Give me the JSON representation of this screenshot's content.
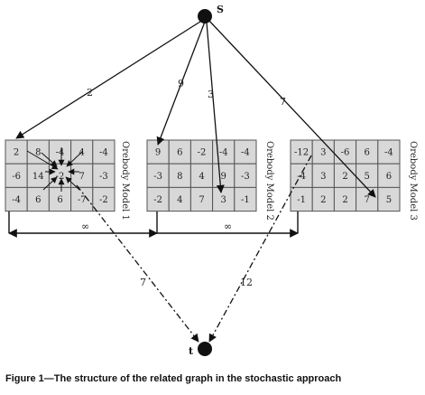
{
  "nodes": {
    "source_label": "S",
    "sink_label": "t"
  },
  "models": [
    {
      "label": "Orebody Model 1",
      "rows": [
        [
          "2",
          "8",
          "-4",
          "4",
          "-4"
        ],
        [
          "-6",
          "14",
          "-2",
          "7",
          "-3"
        ],
        [
          "-4",
          "6",
          "6",
          "-7",
          "-2"
        ]
      ]
    },
    {
      "label": "Orebody Model 2",
      "rows": [
        [
          "9",
          "6",
          "-2",
          "-4",
          "-4"
        ],
        [
          "-3",
          "8",
          "4",
          "9",
          "-3"
        ],
        [
          "-2",
          "4",
          "7",
          "3",
          "-1"
        ]
      ]
    },
    {
      "label": "Orebody Model 3",
      "rows": [
        [
          "-12",
          "3",
          "-6",
          "6",
          "-4"
        ],
        [
          "-4",
          "3",
          "2",
          "5",
          "6"
        ],
        [
          "-1",
          "2",
          "2",
          "7",
          "5"
        ]
      ]
    }
  ],
  "edge_labels": {
    "s_to_m1": "2",
    "s_to_m2_a": "9",
    "s_to_m2_b": "3",
    "s_to_m3": "7",
    "m1_to_t": "7",
    "m3_to_t": "12",
    "inf_12": "∞",
    "inf_23": "∞"
  },
  "caption": "Figure 1—The structure of the related graph in the stochastic approach"
}
